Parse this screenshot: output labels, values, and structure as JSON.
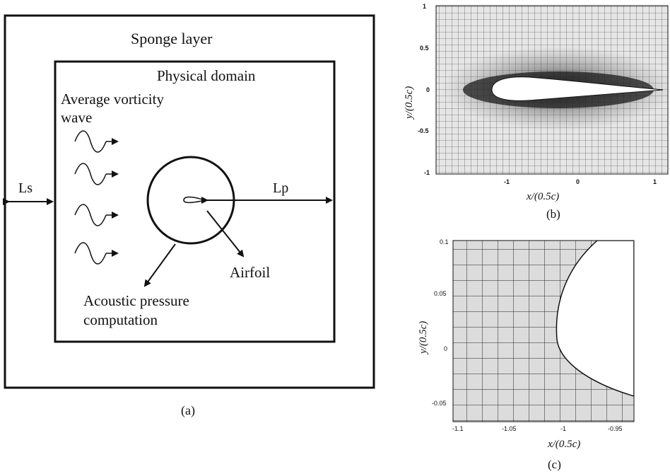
{
  "panel_a": {
    "sponge_label": "Sponge layer",
    "physical_label": "Physical domain",
    "vorticity_line1": "Average vorticity",
    "vorticity_line2": "wave",
    "ls_label": "Ls",
    "lp_label": "Lp",
    "airfoil_label": "Airfoil",
    "acoustic_line1": "Acoustic pressure",
    "acoustic_line2": "computation",
    "caption": "(a)"
  },
  "panel_b": {
    "xlabel": "x/(0.5c)",
    "ylabel": "y/(0.5c)",
    "xticks": [
      "-1",
      "0",
      "1"
    ],
    "yticks": [
      "1",
      "0.5",
      "0",
      "-0.5",
      "-1"
    ],
    "caption": "(b)"
  },
  "panel_c": {
    "xlabel": "x/(0.5c)",
    "ylabel": "y/(0.5c)",
    "xticks": [
      "-1.1",
      "-1.05",
      "-1",
      "-0.95"
    ],
    "yticks": [
      "0.1",
      "0.05",
      "0",
      "-0.05"
    ],
    "caption": "(c)"
  },
  "colors": {
    "ink": "#111111",
    "mesh_bg": "#d9d9d9",
    "mesh_line": "#2a2a2a"
  }
}
